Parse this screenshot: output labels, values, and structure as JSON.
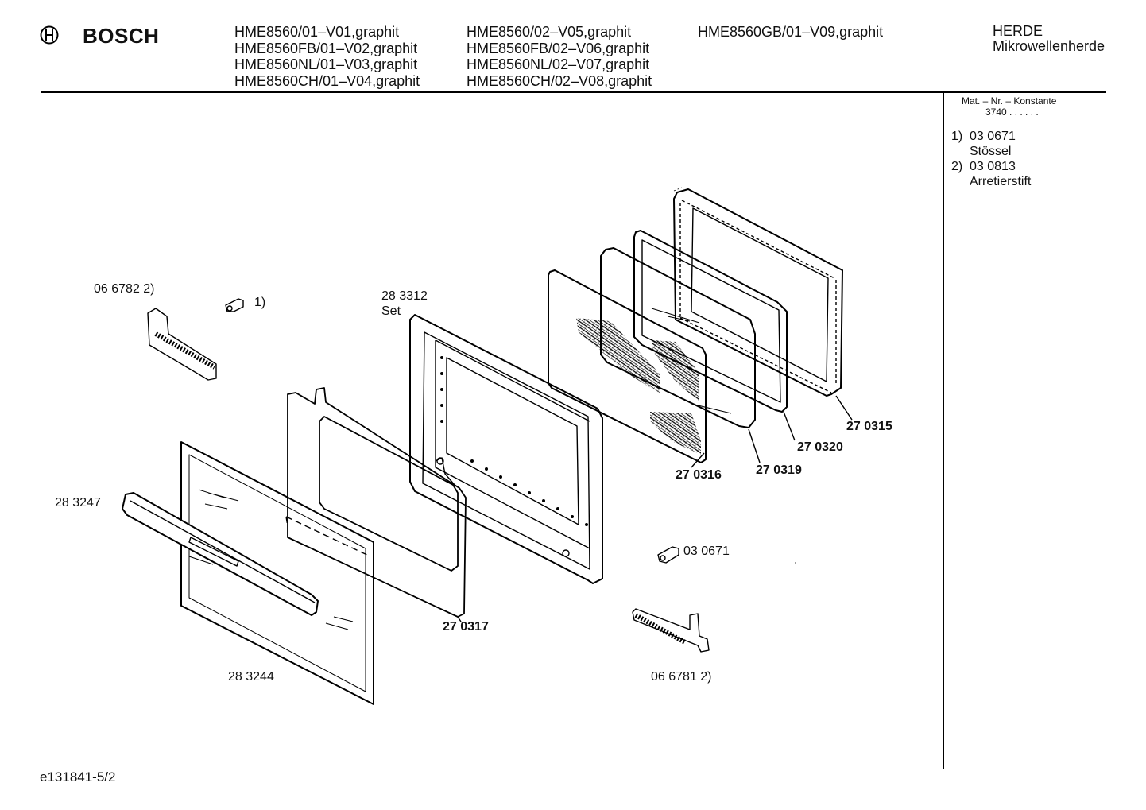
{
  "header": {
    "brand": "BOSCH",
    "models_col1": [
      "HME8560/01–V01,graphit",
      "HME8560FB/01–V02,graphit",
      "HME8560NL/01–V03,graphit",
      "HME8560CH/01–V04,graphit"
    ],
    "models_col2": [
      "HME8560/02–V05,graphit",
      "HME8560FB/02–V06,graphit",
      "HME8560NL/02–V07,graphit",
      "HME8560CH/02–V08,graphit"
    ],
    "models_col3": [
      "HME8560GB/01–V09,graphit"
    ],
    "category_line1": "HERDE",
    "category_line2": "Mikrowellenherde"
  },
  "sidebar": {
    "mat_label": "Mat. – Nr. – Konstante",
    "mat_value": "3740 . . . . . .",
    "notes": [
      {
        "num": "1)",
        "code": "03 0671",
        "name": "Stössel"
      },
      {
        "num": "2)",
        "code": "03 0813",
        "name": "Arretierstift"
      }
    ]
  },
  "parts": {
    "p066782": "06 6782 2)",
    "p_note1": "1)",
    "p283312": "28 3312",
    "p283312_sub": "Set",
    "p283247": "28 3247",
    "p283244": "28 3244",
    "p270317": "27 0317",
    "p270316": "27 0316",
    "p270319": "27 0319",
    "p270320": "27 0320",
    "p270315": "27 0315",
    "p030671": "03 0671",
    "p066781": "06 6781 2)"
  },
  "footer": {
    "doc_id": "e131841-5/2"
  }
}
